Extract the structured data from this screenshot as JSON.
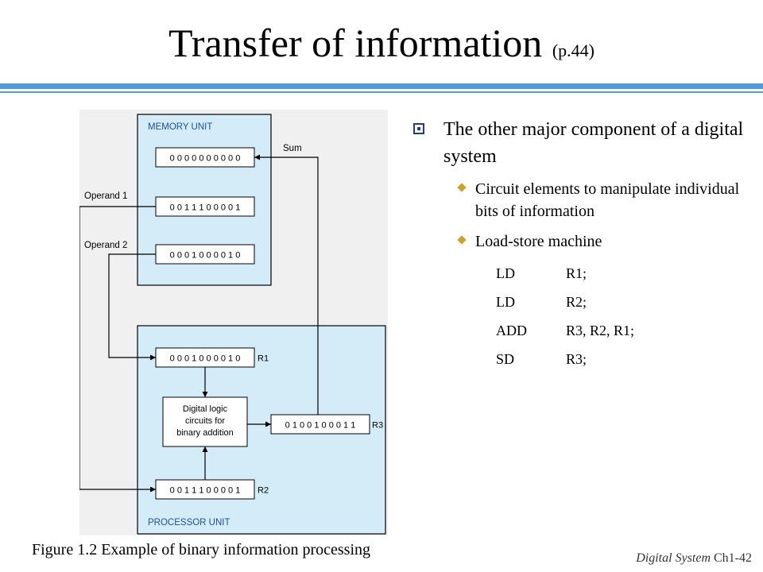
{
  "slide": {
    "title": "Transfer of information",
    "title_suffix": "(p.44)",
    "bullet_main": "The other major component of a digital system",
    "sub_bullets": [
      "Circuit elements to manipulate individual bits of information",
      "Load-store machine"
    ],
    "code": [
      {
        "op": "LD",
        "args": "R1;"
      },
      {
        "op": "LD",
        "args": "R2;"
      },
      {
        "op": "ADD",
        "args": "R3, R2, R1;"
      },
      {
        "op": "SD",
        "args": "R3;"
      }
    ],
    "caption": "Figure 1.2 Example of binary information processing",
    "footer_system": "Digital System",
    "footer_page": "Ch1-42"
  },
  "diagram": {
    "memory_label": "MEMORY UNIT",
    "processor_label": "PROCESSOR UNIT",
    "mem_word_1": "0 0 0 0 0 0 0 0 0 0",
    "mem_word_2": "0 0 1 1 1 0 0 0 0 1",
    "mem_word_3": "0 0 0 1 0 0 0 0 1 0",
    "r1_value": "0 0 0 1 0 0 0 0 1 0",
    "r1_label": "R1",
    "r2_value": "0 0 1 1 1 0 0 0 0 1",
    "r2_label": "R2",
    "r3_value": "0 1 0 0 1 0 0 0 1 1",
    "r3_label": "R3",
    "logic_line_1": "Digital logic",
    "logic_line_2": "circuits for",
    "logic_line_3": "binary addition",
    "operand1_label": "Operand 1",
    "operand2_label": "Operand 2",
    "sum_label": "Sum",
    "colors": {
      "unit_fill": "#d3ecf8",
      "panel_bg": "#f0f0f0",
      "line": "#000000"
    }
  }
}
